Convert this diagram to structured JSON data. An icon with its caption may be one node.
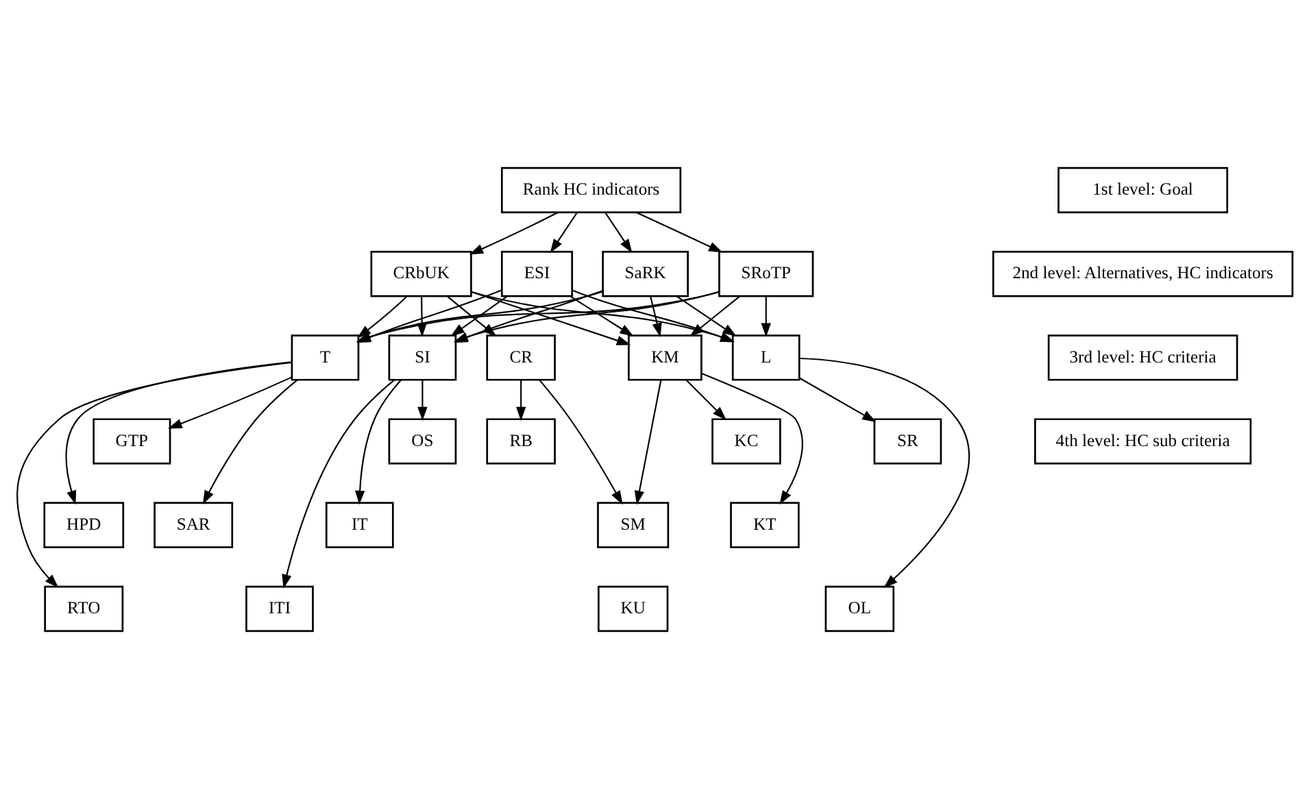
{
  "diagram": {
    "nodes": [
      {
        "text": [
          "Rank HC indicators"
        ]
      },
      {
        "text": [
          "1st level: Goal"
        ]
      },
      {
        "text": [
          "CRbUK"
        ]
      },
      {
        "text": [
          "ESI"
        ]
      },
      {
        "text": [
          "SaRK"
        ]
      },
      {
        "text": [
          "SRoTP"
        ]
      },
      {
        "text": [
          "2nd level: Alternatives, HC indicators"
        ]
      },
      {
        "text": [
          "T"
        ]
      },
      {
        "text": [
          "SI"
        ]
      },
      {
        "text": [
          "CR"
        ]
      },
      {
        "text": [
          "KM"
        ]
      },
      {
        "text": [
          "L"
        ]
      },
      {
        "text": [
          "3rd level: HC criteria"
        ]
      },
      {
        "text": [
          "GTP"
        ]
      },
      {
        "text": [
          "OS"
        ]
      },
      {
        "text": [
          "RB"
        ]
      },
      {
        "text": [
          "KC"
        ]
      },
      {
        "text": [
          "SR"
        ]
      },
      {
        "text": [
          "HPD"
        ]
      },
      {
        "text": [
          "SAR"
        ]
      },
      {
        "text": [
          "IT"
        ]
      },
      {
        "text": [
          "SM"
        ]
      },
      {
        "text": [
          "KT"
        ]
      },
      {
        "text": [
          "4th level: HC sub criteria"
        ]
      },
      {
        "text": [
          "RTO"
        ]
      },
      {
        "text": [
          "ITI"
        ]
      },
      {
        "text": [
          "KU"
        ]
      },
      {
        "text": [
          "OL"
        ]
      }
    ],
    "edges": [
      {
        "from": 0,
        "to": 2,
        "arrow": "to"
      },
      {
        "from": 0,
        "to": 3,
        "arrow": "to"
      },
      {
        "from": 0,
        "to": 4,
        "arrow": "to"
      },
      {
        "from": 0,
        "to": 5,
        "arrow": "to"
      },
      {
        "from": 2,
        "to": 7,
        "arrow": "to"
      },
      {
        "from": 2,
        "to": 8,
        "arrow": "to"
      },
      {
        "from": 2,
        "to": 9,
        "arrow": "to"
      },
      {
        "from": 2,
        "to": 10,
        "arrow": "to"
      },
      {
        "from": 2,
        "to": 11,
        "arrow": "to"
      },
      {
        "from": 3,
        "to": 7,
        "arrow": "to"
      },
      {
        "from": 3,
        "to": 8,
        "arrow": "to"
      },
      {
        "from": 3,
        "to": 10,
        "arrow": "to"
      },
      {
        "from": 3,
        "to": 11,
        "arrow": "to"
      },
      {
        "from": 4,
        "to": 7,
        "arrow": "to"
      },
      {
        "from": 4,
        "to": 8,
        "arrow": "to"
      },
      {
        "from": 4,
        "to": 10,
        "arrow": "to"
      },
      {
        "from": 4,
        "to": 11,
        "arrow": "to"
      },
      {
        "from": 5,
        "to": 7,
        "arrow": "to"
      },
      {
        "from": 5,
        "to": 8,
        "arrow": "to"
      },
      {
        "from": 5,
        "to": 10,
        "arrow": "to"
      },
      {
        "from": 5,
        "to": 11,
        "arrow": "to"
      },
      {
        "from": 7,
        "to": 13,
        "arrow": "to"
      },
      {
        "from": 7,
        "to": 18,
        "arrow": "to"
      },
      {
        "from": 7,
        "to": 19,
        "arrow": "to"
      },
      {
        "from": 7,
        "to": 24,
        "arrow": "to"
      },
      {
        "from": 8,
        "to": 14,
        "arrow": "to"
      },
      {
        "from": 8,
        "to": 20,
        "arrow": "to"
      },
      {
        "from": 8,
        "to": 25,
        "arrow": "to"
      },
      {
        "from": 9,
        "to": 15,
        "arrow": "to"
      },
      {
        "from": 9,
        "to": 21,
        "arrow": "to"
      },
      {
        "from": 10,
        "to": 21,
        "arrow": "to"
      },
      {
        "from": 10,
        "to": 16,
        "arrow": "to"
      },
      {
        "from": 10,
        "to": 22,
        "arrow": "to"
      },
      {
        "from": 11,
        "to": 17,
        "arrow": "to"
      },
      {
        "from": 11,
        "to": 27,
        "arrow": "to"
      }
    ]
  }
}
